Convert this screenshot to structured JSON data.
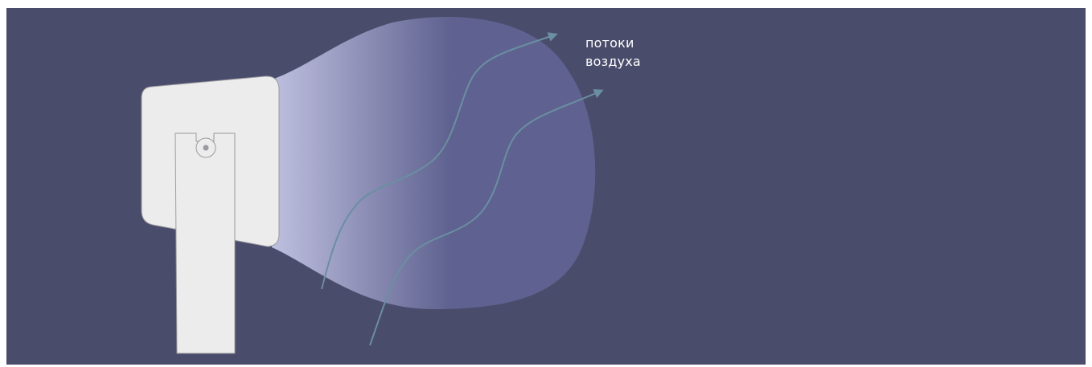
{
  "diagram": {
    "label_lines": [
      "потоки",
      "воздуха"
    ],
    "colors": {
      "background": "#4a4c6b",
      "device_fill": "#ececec",
      "device_stroke": "#9a9aa0",
      "airflow_near": "#bfc0e0",
      "airflow_far": "#5f6290",
      "flow_arrows": "#6a8fa1",
      "label_text": "#ffffff"
    },
    "icons": [
      "fan-device",
      "airflow-cone",
      "flow-arrow"
    ]
  }
}
